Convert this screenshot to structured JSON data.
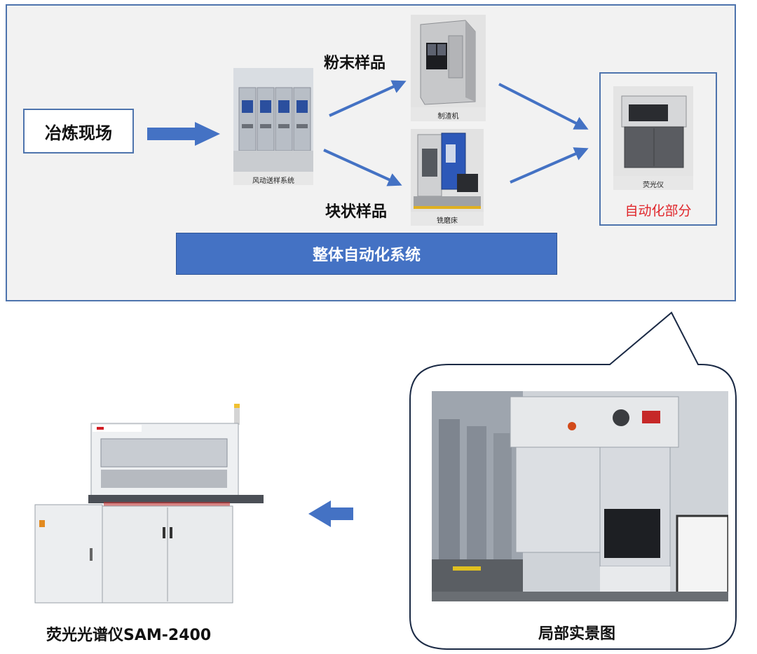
{
  "top_panel": {
    "smelting_site": "冶炼现场",
    "pneumatic_caption": "风动送样系统",
    "powder_label": "粉末样品",
    "block_label": "块状样品",
    "slag_caption": "制渣机",
    "mill_caption": "铣磨床",
    "xrf_caption": "荧光仪",
    "automation_part": "自动化部分",
    "overall_system": "整体自动化系统"
  },
  "bottom": {
    "product_caption": "荧光光谱仪SAM-2400",
    "site_caption": "局部实景图"
  },
  "colors": {
    "accent_blue": "#4472c4",
    "border_blue": "#4e74ad",
    "red_text": "#e0262b"
  }
}
